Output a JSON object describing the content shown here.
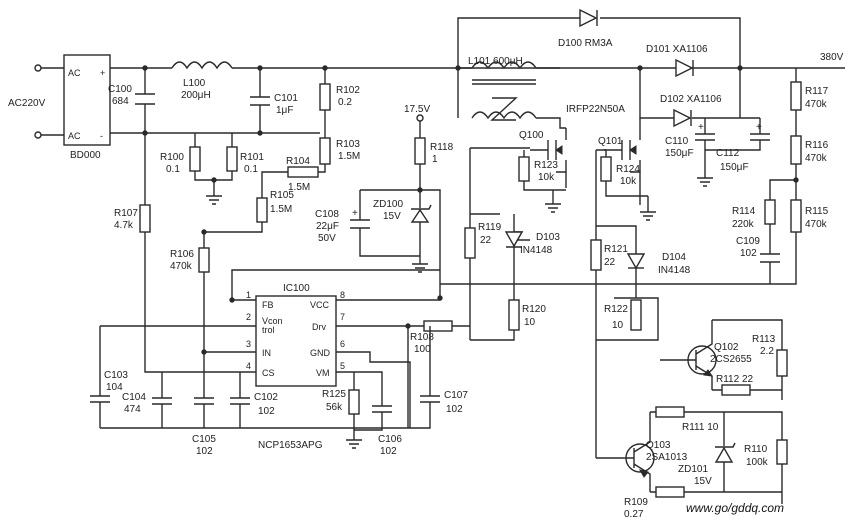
{
  "labels": {
    "ac_input": "AC220V",
    "bridge_ac_top": "AC",
    "bridge_ac_bottom": "AC",
    "bridge_plus": "+",
    "bridge_minus": "-",
    "bridge_name": "BD000",
    "c100_name": "C100",
    "c100_val": "684",
    "l100_name": "L100",
    "l100_val": "200μH",
    "c101_name": "C101",
    "c101_val": "1μF",
    "r102_name": "R102",
    "r102_val": "0.2",
    "r103_name": "R103",
    "r103_val": "1.5M",
    "r104_name": "R104",
    "r104_val": "1.5M",
    "r105_name": "R105",
    "r105_val": "1.5M",
    "r100_name": "R100",
    "r100_val": "0.1",
    "r101_name": "R101",
    "r101_val": "0.1",
    "r107_name": "R107",
    "r107_val": "4.7k",
    "r106_name": "R106",
    "r106_val": "470k",
    "v175": "17.5V",
    "r118_name": "R118",
    "r118_val": "1",
    "zd100_name": "ZD100",
    "zd100_val": "15V",
    "c108_name": "C108",
    "c108_val": "22μF",
    "c108_v": "50V",
    "d100": "D100 RM3A",
    "l101": "L101 600μH",
    "d101": "D101 XA1106",
    "d102": "D102 XA1106",
    "out": "380V",
    "irfp": "IRFP22N50A",
    "q100": "Q100",
    "q101": "Q101",
    "r123_name": "R123",
    "r123_val": "10k",
    "r124_name": "R124",
    "r124_val": "10k",
    "c110_name": "C110",
    "c110_val": "150μF",
    "c112_name": "C112",
    "c112_val": "150μF",
    "r117_name": "R117",
    "r117_val": "470k",
    "r116_name": "R116",
    "r116_val": "470k",
    "r115_name": "R115",
    "r115_val": "470k",
    "r114_name": "R114",
    "r114_val": "220k",
    "c109_name": "C109",
    "c109_val": "102",
    "r119_name": "R119",
    "r119_val": "22",
    "d103_name": "D103",
    "d103_val": "IN4148",
    "r121_name": "R121",
    "r121_val": "22",
    "d104_name": "D104",
    "d104_val": "IN4148",
    "r120_name": "R120",
    "r120_val": "10",
    "r122_name": "R122",
    "r122_val": "10",
    "ic_name": "IC100",
    "pin_fb": "FB",
    "pin_vcon": "Vcon",
    "pin_trol": "trol",
    "pin_in": "IN",
    "pin_cs": "CS",
    "pin_vcc": "VCC",
    "pin_drv": "Drv",
    "pin_gnd": "GND",
    "pin_vm": "VM",
    "p1": "1",
    "p2": "2",
    "p3": "3",
    "p4": "4",
    "p5": "5",
    "p6": "6",
    "p7": "7",
    "p8": "8",
    "ic_part": "NCP1653APG",
    "r108_name": "R108",
    "r108_val": "100",
    "r125_name": "R125",
    "r125_val": "56k",
    "c103_name": "C103",
    "c103_val": "104",
    "c104_name": "C104",
    "c104_val": "474",
    "c105_name": "C105",
    "c105_val": "102",
    "c102_name": "C102",
    "c102_val": "102",
    "c106_name": "C106",
    "c106_val": "102",
    "c107_name": "C107",
    "c107_val": "102",
    "q102_name": "Q102",
    "q102_val": "2CS2655",
    "r113_name": "R113",
    "r113_val": "2.2",
    "r112": "R112 22",
    "r111": "R111 10",
    "q103_name": "Q103",
    "q103_val": "2SA1013",
    "zd101_name": "ZD101",
    "zd101_val": "15V",
    "r110_name": "R110",
    "r110_val": "100k",
    "r109_name": "R109",
    "r109_val": "0.27",
    "watermark": "www.go/gddq.com"
  }
}
